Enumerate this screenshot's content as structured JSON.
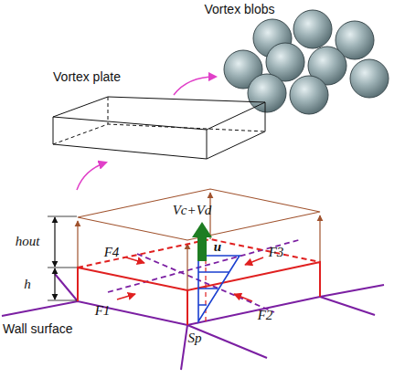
{
  "diagram": {
    "labels": [
      "Vortex blobs",
      "Vortex plate",
      "hout",
      "h",
      "Vc+Vd",
      "u",
      "F4",
      "F3",
      "F1",
      "F2",
      "Sp",
      "Wall surface"
    ]
  }
}
